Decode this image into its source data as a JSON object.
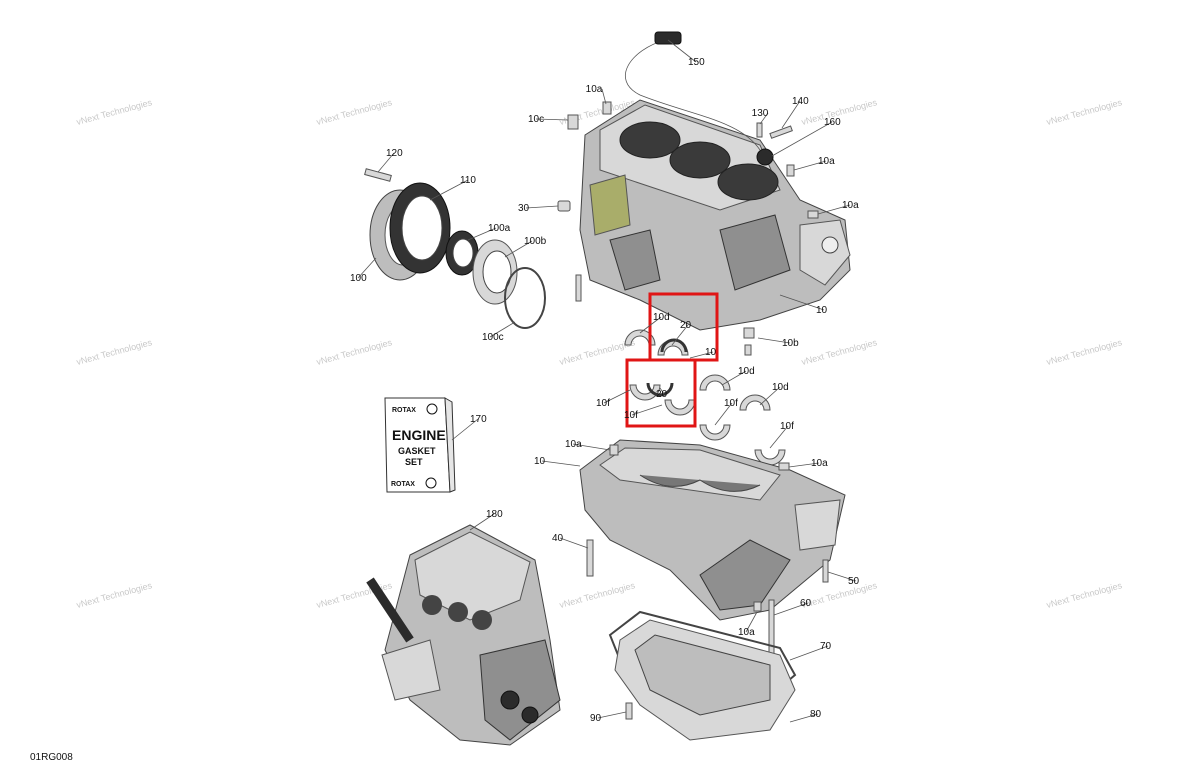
{
  "figure_id": "01RG008",
  "watermark": "vNext Technologies",
  "callouts": [
    {
      "id": "c150",
      "label": "150"
    },
    {
      "id": "c10a-top",
      "label": "10a"
    },
    {
      "id": "c140",
      "label": "140"
    },
    {
      "id": "c130",
      "label": "130"
    },
    {
      "id": "c10c",
      "label": "10c"
    },
    {
      "id": "c160",
      "label": "160"
    },
    {
      "id": "c10a-r1",
      "label": "10a"
    },
    {
      "id": "c120",
      "label": "120"
    },
    {
      "id": "c110",
      "label": "110"
    },
    {
      "id": "c30",
      "label": "30"
    },
    {
      "id": "c10a-r2",
      "label": "10a"
    },
    {
      "id": "c100a",
      "label": "100a"
    },
    {
      "id": "c100b",
      "label": "100b"
    },
    {
      "id": "c100",
      "label": "100"
    },
    {
      "id": "c10-upper",
      "label": "10"
    },
    {
      "id": "c100c",
      "label": "100c"
    },
    {
      "id": "c10d-1",
      "label": "10d"
    },
    {
      "id": "c20-1",
      "label": "20"
    },
    {
      "id": "c10b",
      "label": "10b"
    },
    {
      "id": "c10-mid",
      "label": "10"
    },
    {
      "id": "c10d-2",
      "label": "10d"
    },
    {
      "id": "c10d-3",
      "label": "10d"
    },
    {
      "id": "c20-2",
      "label": "20"
    },
    {
      "id": "c10f-1",
      "label": "10f"
    },
    {
      "id": "c10f-2",
      "label": "10f"
    },
    {
      "id": "c10f-3",
      "label": "10f"
    },
    {
      "id": "c10f-4",
      "label": "10f"
    },
    {
      "id": "c170",
      "label": "170"
    },
    {
      "id": "c10a-l",
      "label": "10a"
    },
    {
      "id": "c10-lower",
      "label": "10"
    },
    {
      "id": "c10a-r3",
      "label": "10a"
    },
    {
      "id": "c180",
      "label": "180"
    },
    {
      "id": "c40",
      "label": "40"
    },
    {
      "id": "c50",
      "label": "50"
    },
    {
      "id": "c60",
      "label": "60"
    },
    {
      "id": "c10a-b",
      "label": "10a"
    },
    {
      "id": "c70",
      "label": "70"
    },
    {
      "id": "c80",
      "label": "80"
    },
    {
      "id": "c90",
      "label": "90"
    }
  ],
  "kit_card": {
    "brand": "ROTAX",
    "line1": "ENGINE",
    "line2": "GASKET",
    "line3": "SET",
    "brand_bottom": "ROTAX"
  }
}
